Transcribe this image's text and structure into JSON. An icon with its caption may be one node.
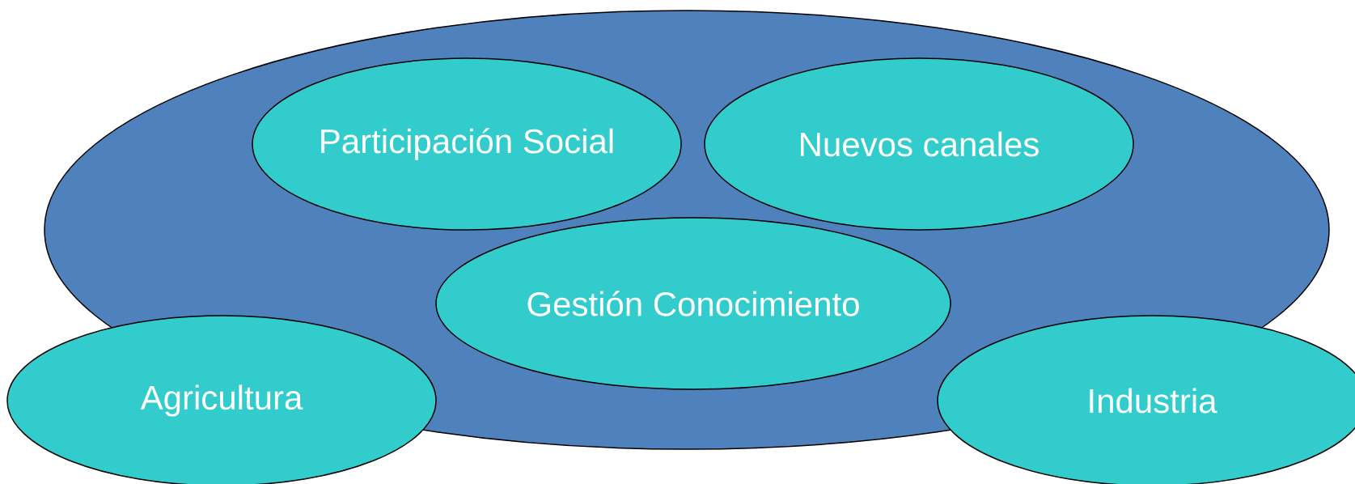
{
  "diagram": {
    "nodes": [
      {
        "text": [],
        "shape": "ellipse"
      },
      {
        "text": [
          "Participación Social"
        ],
        "in": 0
      },
      {
        "text": [
          "Nuevos canales"
        ],
        "in": 0
      },
      {
        "text": [
          "Gestión Conocimiento"
        ],
        "in": 0
      },
      {
        "text": [
          "Agricultura"
        ]
      },
      {
        "text": [
          "Industria"
        ]
      }
    ]
  }
}
